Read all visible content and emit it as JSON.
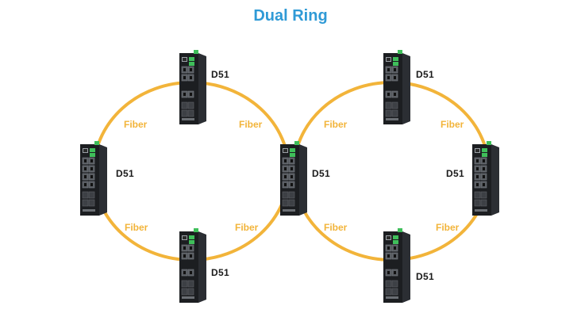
{
  "title": "Dual Ring",
  "colors": {
    "title": "#2f9ad6",
    "fiber_line": "#f2b43a",
    "fiber_label": "#f2b43a",
    "device_label": "#1a1a1a",
    "device_body": "#1c1e21",
    "terminal_green": "#3fbf5a"
  },
  "rings": [
    {
      "name": "left-ring",
      "devices": [
        {
          "position": "top",
          "label": "D51",
          "ports": "short"
        },
        {
          "position": "left",
          "label": "D51",
          "ports": "full"
        },
        {
          "position": "bottom",
          "label": "D51",
          "ports": "short"
        }
      ],
      "links": [
        {
          "position": "upper-left",
          "label": "Fiber"
        },
        {
          "position": "upper-right",
          "label": "Fiber"
        },
        {
          "position": "lower-left",
          "label": "Fiber"
        },
        {
          "position": "lower-right",
          "label": "Fiber"
        }
      ]
    },
    {
      "name": "right-ring",
      "devices": [
        {
          "position": "top",
          "label": "D51",
          "ports": "short"
        },
        {
          "position": "right",
          "label": "D51",
          "ports": "full"
        },
        {
          "position": "bottom",
          "label": "D51",
          "ports": "short"
        }
      ],
      "links": [
        {
          "position": "upper-left",
          "label": "Fiber"
        },
        {
          "position": "upper-right",
          "label": "Fiber"
        },
        {
          "position": "lower-left",
          "label": "Fiber"
        },
        {
          "position": "lower-right",
          "label": "Fiber"
        }
      ]
    }
  ],
  "shared_device": {
    "position": "center",
    "label": "D51",
    "ports": "full"
  }
}
